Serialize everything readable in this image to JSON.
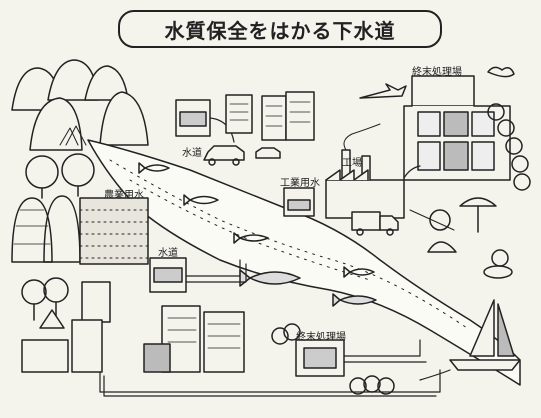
{
  "title": "水質保全をはかる下水道",
  "labels": {
    "sewage_plant_top": "終末処理場",
    "water_supply_top": "水道",
    "agriculture_water": "農業用水",
    "industrial_water": "工業用水",
    "factory": "工場",
    "water_supply_mid": "水道",
    "sewage_plant_bottom": "終末処理場"
  }
}
